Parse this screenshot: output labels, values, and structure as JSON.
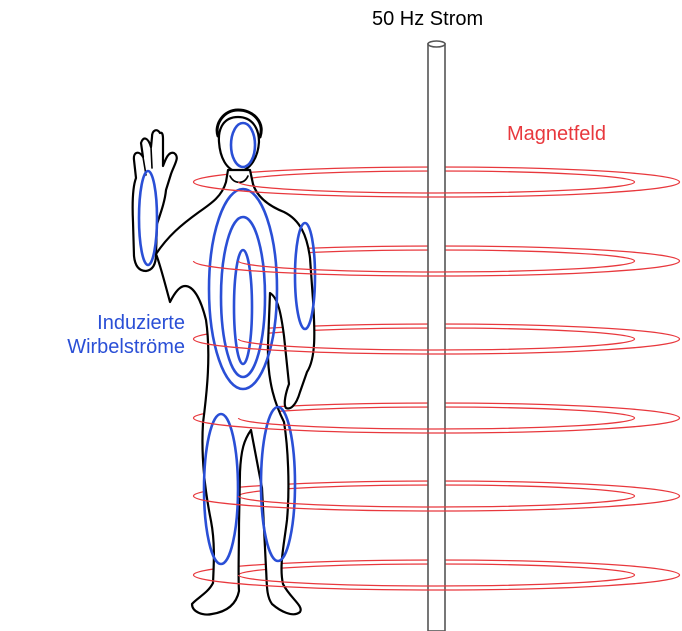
{
  "labels": {
    "current": "50 Hz Strom",
    "magnetic_field": "Magnetfeld",
    "eddy_currents_line1": "Induzierte",
    "eddy_currents_line2": "Wirbelströme"
  },
  "colors": {
    "field": "#e8383d",
    "eddy": "#2a4fd6",
    "outline": "#000000",
    "conductor": "#555555"
  },
  "icons": {
    "person": "person-outline-icon",
    "conductor": "vertical-conductor-icon"
  }
}
